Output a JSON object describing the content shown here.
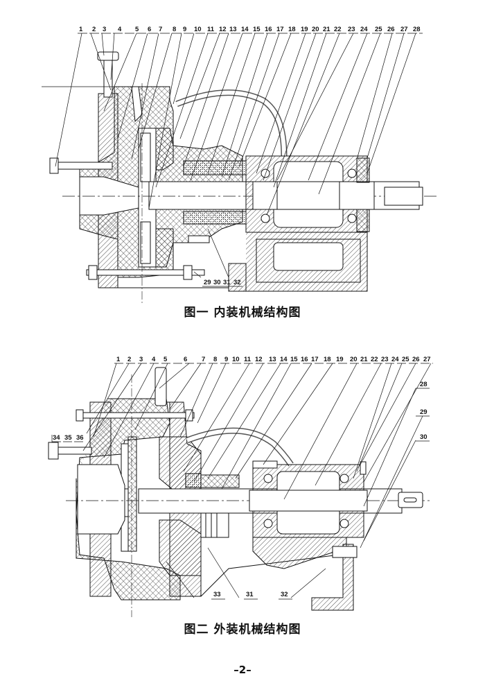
{
  "figures": [
    {
      "id": "figure-1",
      "caption": "图一  内装机械结构图",
      "callouts_top": [
        "1",
        "2",
        "3",
        "4",
        "5",
        "6",
        "7",
        "8",
        "9",
        "10",
        "11",
        "12",
        "13",
        "14",
        "15",
        "16",
        "17",
        "18",
        "19",
        "20",
        "21",
        "22",
        "23",
        "24",
        "25",
        "26",
        "27",
        "28"
      ],
      "callouts_bottom": [
        "29",
        "30",
        "31",
        "32"
      ]
    },
    {
      "id": "figure-2",
      "caption": "图二  外装机械结构图",
      "callouts_top": [
        "1",
        "2",
        "3",
        "4",
        "5",
        "6",
        "7",
        "8",
        "9",
        "10",
        "11",
        "12",
        "13",
        "14",
        "15",
        "16",
        "17",
        "18",
        "19",
        "20",
        "21",
        "22",
        "23",
        "24",
        "25",
        "26",
        "27"
      ],
      "callouts_right": [
        "28",
        "29",
        "30"
      ],
      "callouts_left": [
        "34",
        "35",
        "36"
      ],
      "callouts_bottom": [
        "33",
        "31",
        "32"
      ]
    }
  ],
  "page_number": "–2–"
}
